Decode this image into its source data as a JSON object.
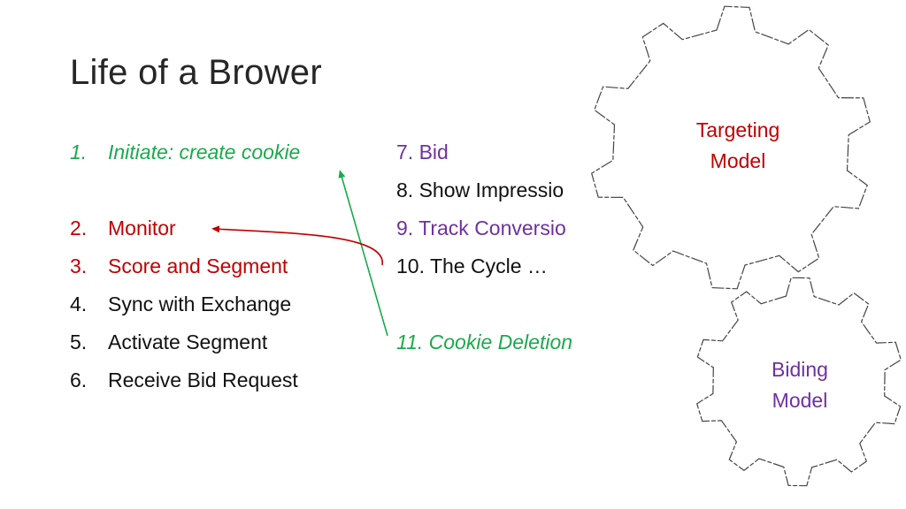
{
  "slide": {
    "title": "Life of a Brower",
    "left_items": [
      {
        "num": "1.",
        "text": "Initiate: create cookie"
      },
      {
        "num": "2.",
        "text": "Monitor"
      },
      {
        "num": "3.",
        "text": "Score and Segment"
      },
      {
        "num": "4.",
        "text": "Sync with Exchange"
      },
      {
        "num": "5.",
        "text": "Activate Segment"
      },
      {
        "num": "6.",
        "text": "Receive Bid Request"
      }
    ],
    "right_items": [
      {
        "text": "7. Bid"
      },
      {
        "text": "8.  Show Impressio"
      },
      {
        "text": "9.  Track Conversio"
      },
      {
        "text": "10. The Cycle …"
      },
      {
        "text": "11. Cookie Deletion"
      }
    ],
    "gear_large": {
      "line1": "Targeting",
      "line2": "Model"
    },
    "gear_small": {
      "line1": "Biding",
      "line2": "Model"
    }
  },
  "colors": {
    "green": "#1aaa4b",
    "red": "#c00000",
    "purple": "#7030a0",
    "text": "#111111"
  }
}
